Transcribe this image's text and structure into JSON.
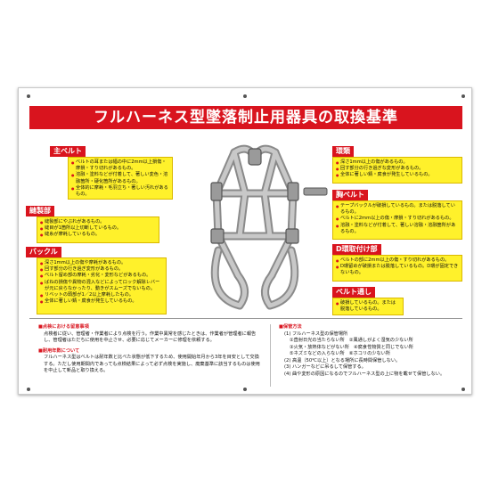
{
  "title": "フルハーネス型墜落制止用器具の取換基準",
  "sections": {
    "main_belt": {
      "label": "主ベルト",
      "items": [
        "ベルトの耳または幅の中に2mm以上損傷・摩損・すり切れがあるもの。",
        "溶融・塗料などが付着して、著しい変色・溶融箇所・硬化箇所があるもの。",
        "全体的に摩耗・毛羽立ち・著しい汚れがあるもの。"
      ]
    },
    "stitching": {
      "label": "縫製部",
      "items": [
        "縫製部にやぶれがあるもの。",
        "縫目が1箇所以上切断しているもの。",
        "縫糸が摩耗しているもの。"
      ]
    },
    "buckle": {
      "label": "バックル",
      "items": [
        "深さ1mm以上の傷や摩耗があるもの。",
        "回す部分の行き過ぎ変形があるもの。",
        "ベルト留め部の摩耗・劣化・変形などがあるもの。",
        "ばねの損傷や異物の混入などによってロック解除レバーが元に戻らなかったり、動きがスムーズでないもの。",
        "リベットの頭部が1／2以上摩耗したもの。",
        "全体に著しい錆・腐食が発生しているもの。"
      ]
    },
    "ring": {
      "label": "環類",
      "items": [
        "深さ1mm以上の傷があるもの。",
        "回す部分の行き過ぎな変形があるもの。",
        "全体に著しい錆・腐食が発生しているもの。"
      ]
    },
    "chest_belt": {
      "label": "胸ベルト",
      "items": [
        "テープバックルが破損しているもの。または脱落しているもの。",
        "ベルトに2mm以上の傷・摩損・すり切れがあるもの。",
        "溶融・塗料などが付着して、著しい溶融・溶融箇所があるもの。"
      ]
    },
    "d_ring": {
      "label": "D環取付け部",
      "items": [
        "ベルトの部に2mm以上の傷・すり切れがあるもの。",
        "D環留めが破損または脱落しているもの。D環が固定できないもの。"
      ]
    },
    "belt_loop": {
      "label": "ベルト通し",
      "items": [
        "破損しているもの。または脱落しているもの。"
      ]
    }
  },
  "notes": {
    "inspection_title": "■点検における留意事項",
    "inspection_text": "点検者に従い、管理者・作業者により点検を行う。作業中異常を感じたときは、作業者が管理者に報告し、管理者はただちに使用を中止させ、必要に応じてメーカーに修理を依頼する。",
    "lifetime_title": "■耐用年数について",
    "lifetime_text": "フルハーネス型はベルトは耐年数と比べた状態が低下するため、使用開始年月から3年を目安として交換する。ただし使用期間内であっても点検結果によって必ず点検を実施し、廃棄基準に該当するものは使用を中止して新品と取り換える。",
    "storage_title": "■保管方法",
    "storage_lines": [
      "(1) フルハーネス型の保管場所",
      "①直射日光の当たらない所　②風通しがよく湿気の少ない所",
      "③火気・放熱体などがない所　④腐食性物質と同じでない所",
      "⑤ネズミなどの入らない所　⑥ホコリの少ない所",
      "(2) 高温（50℃以上）となる場所に長時間保管しない。",
      "(3) ハンガーなどに吊るして保管する。",
      "(4) 曲や変形の原因になるのでフルハーネス型の上に物を載せて保管しない。"
    ]
  }
}
